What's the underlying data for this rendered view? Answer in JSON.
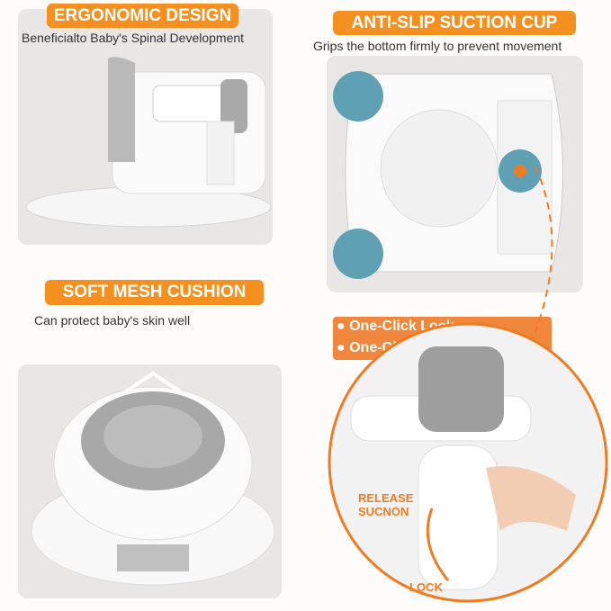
{
  "sections": {
    "ergonomic": {
      "title": "ERGONOMIC DESIGN",
      "subtitle": "Beneficialto Baby's Spinal Development"
    },
    "suction": {
      "title": "ANTI-SLIP SUCTION CUP",
      "subtitle": "Grips the bottom firmly to prevent movement"
    },
    "cushion": {
      "title": "SOFT MESH CUSHION",
      "subtitle": "Can protect baby's skin well"
    },
    "features": {
      "items": [
        "One-Click Lock",
        "One-Click Release Suction"
      ]
    },
    "detail": {
      "release_label": "RELEASE\nSUCNON",
      "release_line1": "RELEASE",
      "release_line2": "SUCNON",
      "lock_label": "LOCK"
    }
  },
  "colors": {
    "accent": "#f39020",
    "feature_box": "#f0873d",
    "panel": "#e8e7e6"
  }
}
